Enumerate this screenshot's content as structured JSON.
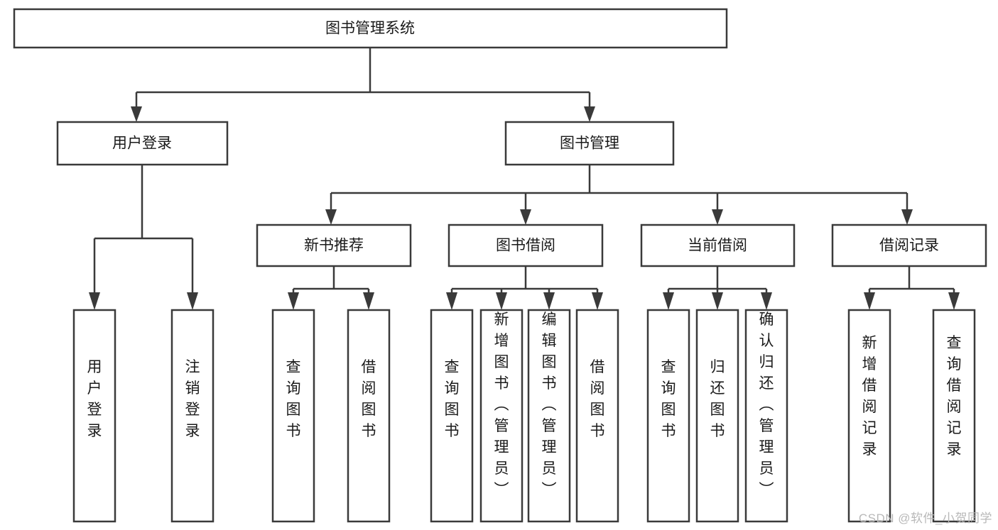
{
  "diagram": {
    "type": "tree",
    "title": "图书管理系统",
    "root": {
      "id": "root",
      "label": "图书管理系统",
      "orientation": "horizontal"
    },
    "level2": [
      {
        "id": "user-login",
        "label": "用户登录",
        "orientation": "horizontal"
      },
      {
        "id": "book-management",
        "label": "图书管理",
        "orientation": "horizontal"
      }
    ],
    "level3": [
      {
        "id": "new-book-recommend",
        "label": "新书推荐",
        "orientation": "horizontal",
        "parent": "book-management"
      },
      {
        "id": "book-borrow",
        "label": "图书借阅",
        "orientation": "horizontal",
        "parent": "book-management"
      },
      {
        "id": "current-borrow",
        "label": "当前借阅",
        "orientation": "horizontal",
        "parent": "book-management"
      },
      {
        "id": "borrow-record",
        "label": "借阅记录",
        "orientation": "horizontal",
        "parent": "book-management"
      }
    ],
    "leaves": [
      {
        "id": "leaf-user-login",
        "label": "用户登录",
        "orientation": "vertical",
        "parent": "user-login"
      },
      {
        "id": "leaf-logout",
        "label": "注销登录",
        "orientation": "vertical",
        "parent": "user-login"
      },
      {
        "id": "leaf-query-book-1",
        "label": "查询图书",
        "orientation": "vertical",
        "parent": "new-book-recommend"
      },
      {
        "id": "leaf-borrow-book-1",
        "label": "借阅图书",
        "orientation": "vertical",
        "parent": "new-book-recommend"
      },
      {
        "id": "leaf-query-book-2",
        "label": "查询图书",
        "orientation": "vertical",
        "parent": "book-borrow"
      },
      {
        "id": "leaf-add-book",
        "label": "新增图书（管理员）",
        "orientation": "vertical",
        "parent": "book-borrow"
      },
      {
        "id": "leaf-edit-book",
        "label": "编辑图书（管理员）",
        "orientation": "vertical",
        "parent": "book-borrow"
      },
      {
        "id": "leaf-borrow-book-2",
        "label": "借阅图书",
        "orientation": "vertical",
        "parent": "book-borrow"
      },
      {
        "id": "leaf-query-book-3",
        "label": "查询图书",
        "orientation": "vertical",
        "parent": "current-borrow"
      },
      {
        "id": "leaf-return-book",
        "label": "归还图书",
        "orientation": "vertical",
        "parent": "current-borrow"
      },
      {
        "id": "leaf-confirm-return",
        "label": "确认归还（管理员）",
        "orientation": "vertical",
        "parent": "current-borrow"
      },
      {
        "id": "leaf-add-record",
        "label": "新增借阅记录",
        "orientation": "vertical",
        "parent": "borrow-record"
      },
      {
        "id": "leaf-query-record",
        "label": "查询借阅记录",
        "orientation": "vertical",
        "parent": "borrow-record"
      }
    ],
    "colors": {
      "stroke": "#3a3a3a",
      "fill": "#ffffff",
      "text": "#1a1a1a",
      "watermark": "#b8b8b8"
    }
  },
  "watermark": {
    "text": "CSDN @软件_小贺同学"
  }
}
